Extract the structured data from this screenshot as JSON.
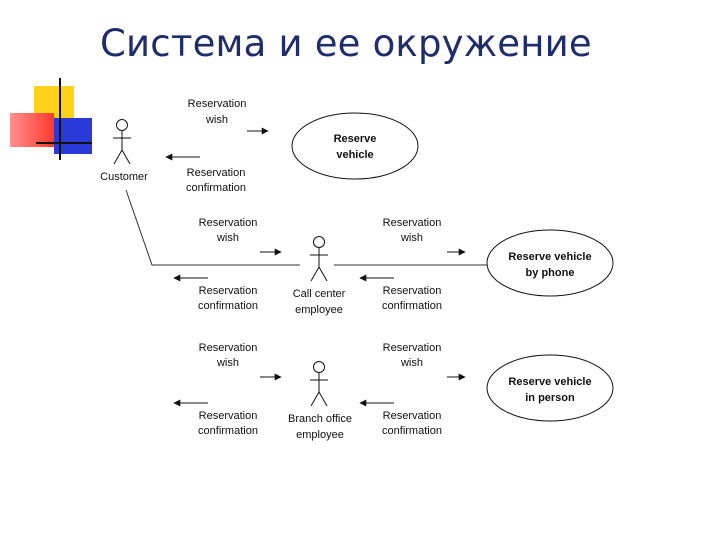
{
  "title": "Система и ее окружение",
  "actors": {
    "customer": "Customer",
    "call_center": [
      "Call center",
      "employee"
    ],
    "branch_office": [
      "Branch office",
      "employee"
    ]
  },
  "use_cases": {
    "reserve_vehicle": [
      "Reserve",
      "vehicle"
    ],
    "by_phone": [
      "Reserve vehicle",
      "by phone"
    ],
    "in_person": [
      "Reserve vehicle",
      "in person"
    ]
  },
  "messages": {
    "wish": [
      "Reservation",
      "wish"
    ],
    "confirmation": [
      "Reservation",
      "confirmation"
    ]
  },
  "colors": {
    "title": "#1f2d6b",
    "deco_yellow": "#ffd21a",
    "deco_blue": "#2a3ad8",
    "deco_red": "#ff4a3a",
    "line": "#111111"
  }
}
